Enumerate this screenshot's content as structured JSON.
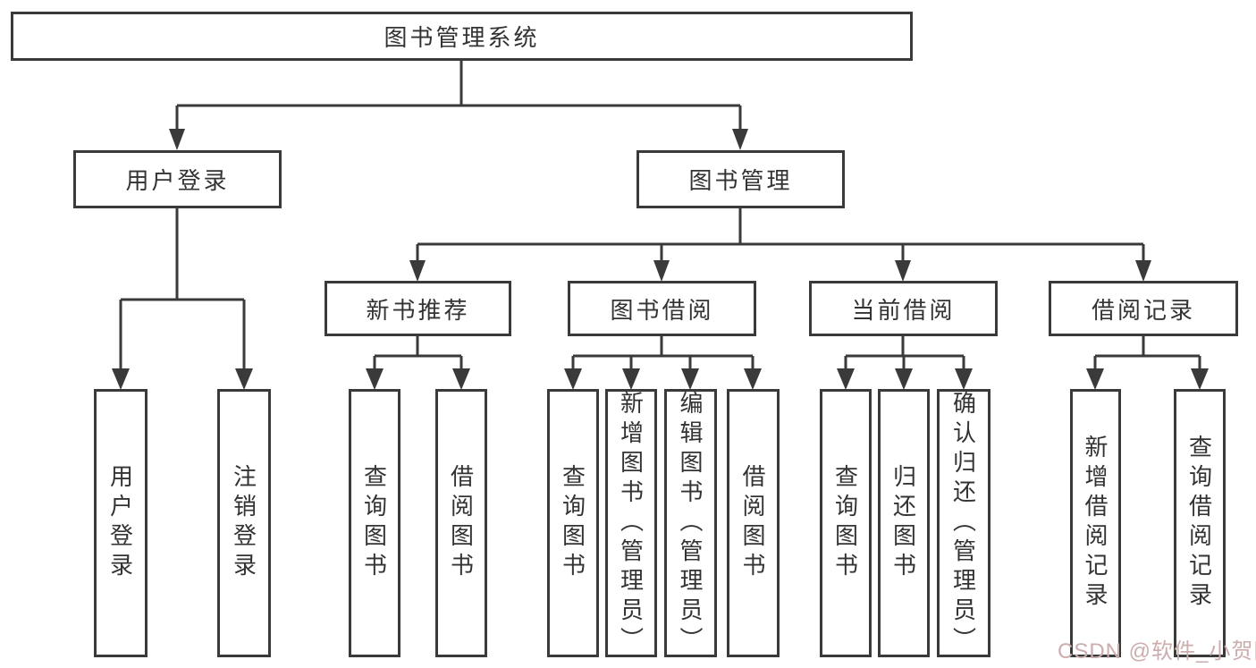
{
  "tree": {
    "label": "图书管理系统",
    "children": [
      {
        "label": "用户登录",
        "children": [
          {
            "label": "用户登录"
          },
          {
            "label": "注销登录"
          }
        ]
      },
      {
        "label": "图书管理",
        "children": [
          {
            "label": "新书推荐",
            "children": [
              {
                "label": "查询图书"
              },
              {
                "label": "借阅图书"
              }
            ]
          },
          {
            "label": "图书借阅",
            "children": [
              {
                "label": "查询图书"
              },
              {
                "label": "新增图书（管理员）"
              },
              {
                "label": "编辑图书（管理员）"
              },
              {
                "label": "借阅图书"
              }
            ]
          },
          {
            "label": "当前借阅",
            "children": [
              {
                "label": "查询图书"
              },
              {
                "label": "归还图书"
              },
              {
                "label": "确认归还（管理员）"
              }
            ]
          },
          {
            "label": "借阅记录",
            "children": [
              {
                "label": "新增借阅记录"
              },
              {
                "label": "查询借阅记录"
              }
            ]
          }
        ]
      }
    ]
  },
  "watermark": "CSDN @软件_小贺同学",
  "colors": {
    "line": "#3a3a3a",
    "text": "#333333",
    "watermark": "#ccadad",
    "background": "#ffffff"
  }
}
